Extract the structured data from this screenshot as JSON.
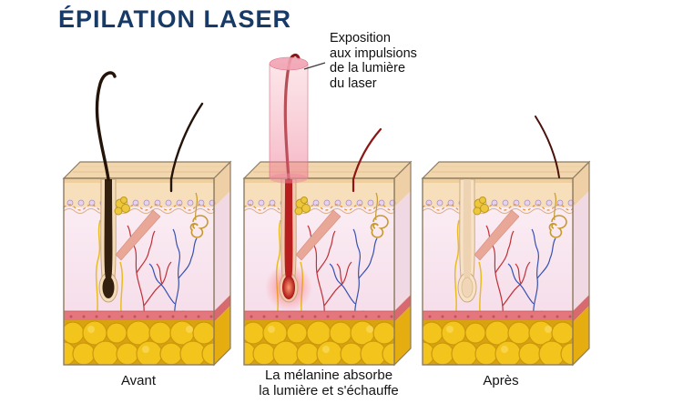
{
  "title": "ÉPILATION LASER",
  "annotation": {
    "line1": "Exposition",
    "line2": "aux impulsions",
    "line3": "de la lumière",
    "line4": "du laser"
  },
  "captions": {
    "before": "Avant",
    "middle_line1": "La mélanine absorbe",
    "middle_line2": "la lumière et s'échauffe",
    "after": "Après"
  },
  "colors": {
    "title_text": "#173a66",
    "laser_beam": "#ee7d96",
    "heated_follicle": "#b81d1d",
    "hair": "#241309",
    "heated_hair": "#8c1515",
    "epidermis": "#f8dfbc",
    "dermis": "#f7e2ee",
    "subcutaneous_fat": "#f3c41b",
    "artery": "#c03038",
    "vein": "#3852ae",
    "background": "#ffffff"
  }
}
